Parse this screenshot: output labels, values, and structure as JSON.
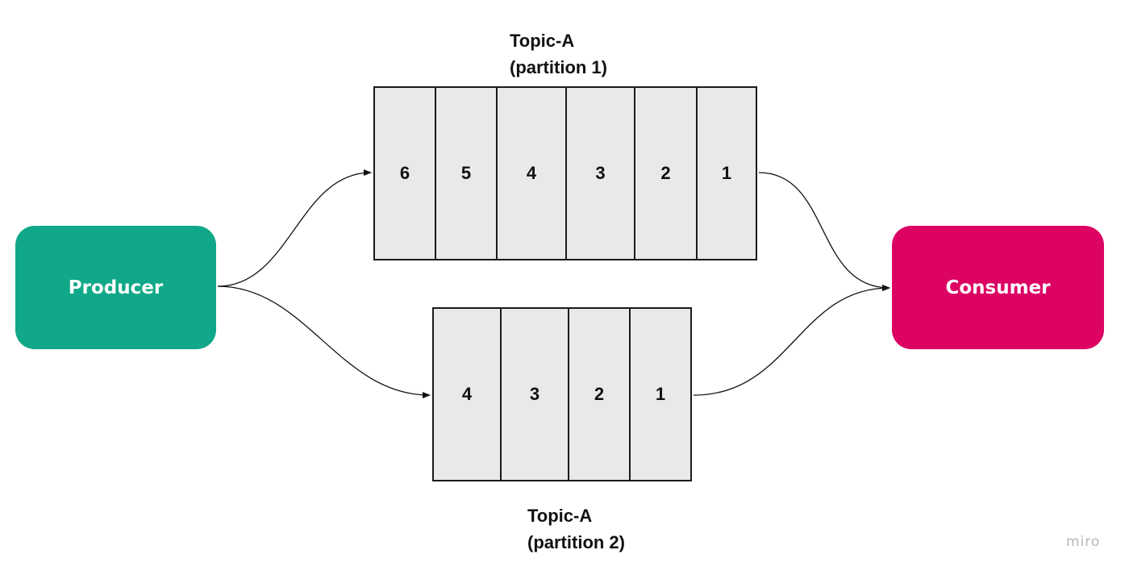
{
  "producer": {
    "label": "Producer",
    "color": "#10a888"
  },
  "consumer": {
    "label": "Consumer",
    "color": "#dc0363"
  },
  "partitions": [
    {
      "title": "Topic-A",
      "subtitle": "(partition 1)",
      "messages": [
        "6",
        "5",
        "4",
        "3",
        "2",
        "1"
      ]
    },
    {
      "title": "Topic-A",
      "subtitle": "(partition 2)",
      "messages": [
        "4",
        "3",
        "2",
        "1"
      ]
    }
  ],
  "watermark": "miro"
}
